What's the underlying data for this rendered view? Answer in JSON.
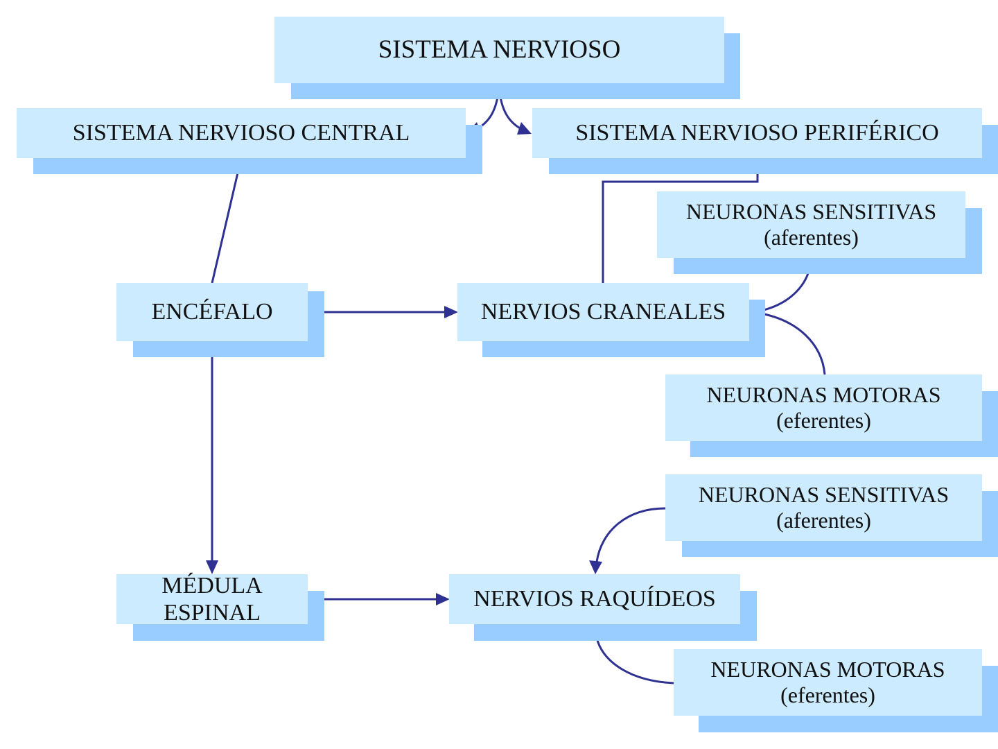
{
  "diagram": {
    "title": "SISTEMA NERVIOSO",
    "colors": {
      "box_fill": "#CCEBFE",
      "box_shadow": "#99CCFF",
      "connector": "#2E3192",
      "text": "#111111"
    },
    "nodes": {
      "root": {
        "lines": [
          "SISTEMA NERVIOSO"
        ]
      },
      "snc": {
        "lines": [
          "SISTEMA NERVIOSO CENTRAL"
        ]
      },
      "snp": {
        "lines": [
          "SISTEMA NERVIOSO PERIFÉRICO"
        ]
      },
      "encefalo": {
        "lines": [
          "ENCÉFALO"
        ]
      },
      "medula": {
        "lines": [
          "MÉDULA",
          "ESPINAL"
        ]
      },
      "craneales": {
        "lines": [
          "NERVIOS CRANEALES"
        ]
      },
      "raquideos": {
        "lines": [
          "NERVIOS RAQUÍDEOS"
        ]
      },
      "craneales_sensitivas": {
        "lines": [
          "NEURONAS SENSITIVAS",
          "(aferentes)"
        ]
      },
      "craneales_motoras": {
        "lines": [
          "NEURONAS MOTORAS",
          "(eferentes)"
        ]
      },
      "raquideos_sensitivas": {
        "lines": [
          "NEURONAS SENSITIVAS",
          "(aferentes)"
        ]
      },
      "raquideos_motoras": {
        "lines": [
          "NEURONAS MOTORAS",
          "(eferentes)"
        ]
      }
    },
    "edges": [
      {
        "from": "root",
        "to": "snc",
        "type": "curved-arrow"
      },
      {
        "from": "root",
        "to": "snp",
        "type": "curved-arrow"
      },
      {
        "from": "snc",
        "to": "encefalo",
        "type": "line"
      },
      {
        "from": "snp",
        "to": "craneales",
        "type": "elbow-line"
      },
      {
        "from": "encefalo",
        "to": "craneales",
        "type": "double-arrow"
      },
      {
        "from": "encefalo",
        "to": "medula",
        "type": "double-arrow"
      },
      {
        "from": "medula",
        "to": "raquideos",
        "type": "double-arrow"
      },
      {
        "from": "craneales_sensitivas",
        "to": "craneales",
        "type": "curved-arrow"
      },
      {
        "from": "craneales_motoras",
        "to": "craneales",
        "type": "curved-arrow"
      },
      {
        "from": "raquideos_sensitivas",
        "to": "raquideos",
        "type": "curved-arrow"
      },
      {
        "from": "raquideos_motoras",
        "to": "raquideos",
        "type": "curved-arrow"
      }
    ]
  }
}
